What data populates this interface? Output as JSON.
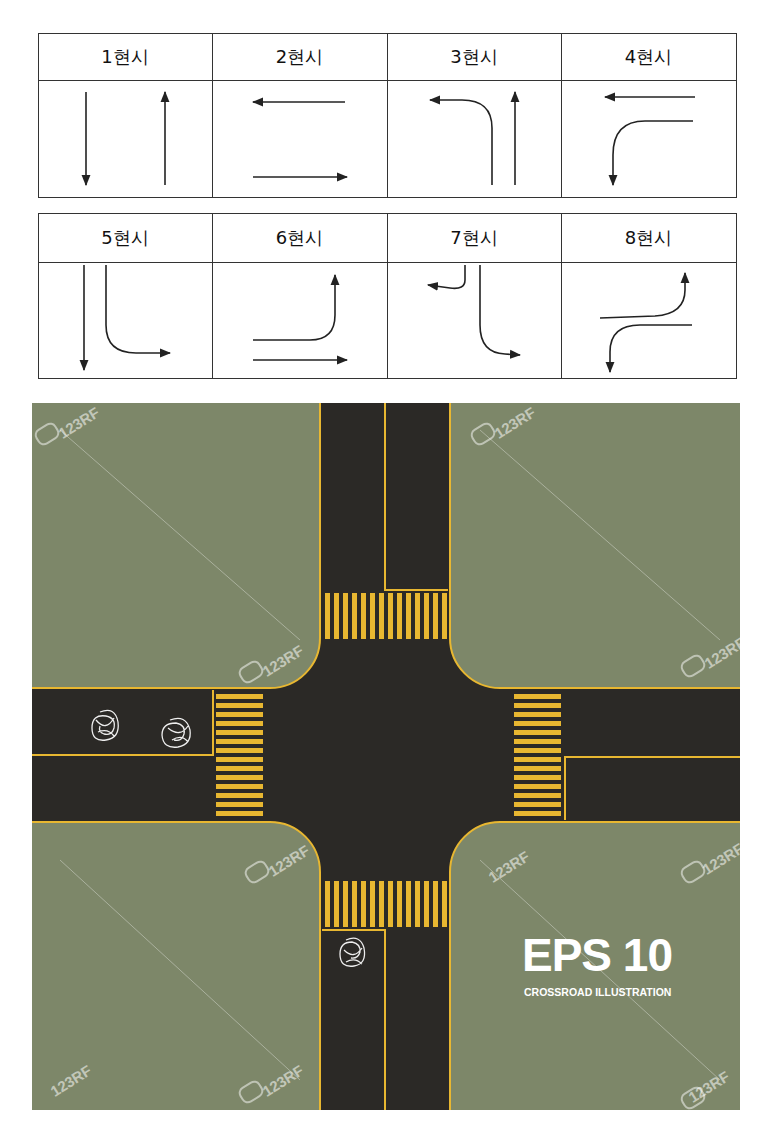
{
  "diagram": {
    "labels": [
      "1현시",
      "2현시",
      "3현시",
      "4현시",
      "5현시",
      "6현시",
      "7현시",
      "8현시",
      "EPS 10",
      "CROSSROAD ILLUSTRATION",
      "123RF",
      "123RF",
      "123RF",
      "123RF",
      "123RF",
      "123RF",
      "123RF",
      "123RF",
      "123RF",
      "123RF"
    ]
  }
}
